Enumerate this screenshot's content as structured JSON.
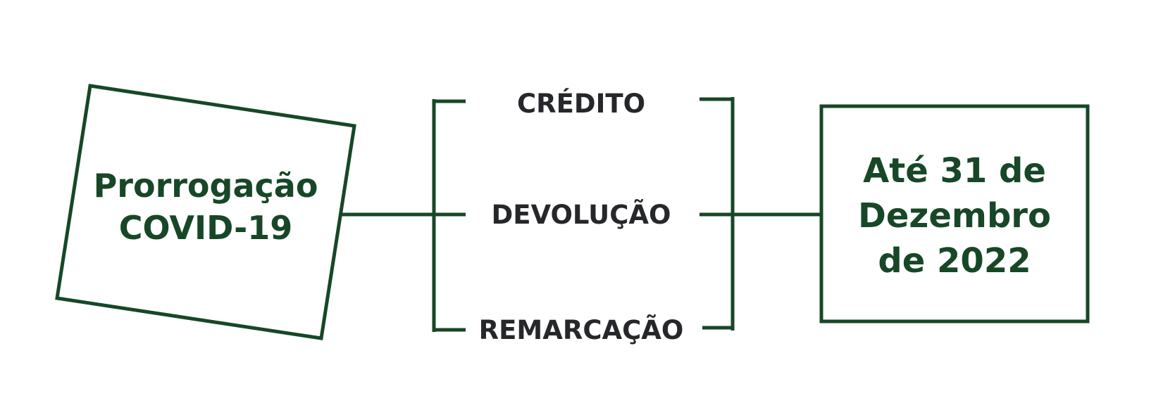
{
  "colors": {
    "primary": "#174727",
    "text": "#26272b",
    "background": "#ffffff"
  },
  "left_box": {
    "lines": [
      "Prorrogação",
      "COVID-19"
    ]
  },
  "options": [
    {
      "label": "CRÉDITO"
    },
    {
      "label": "DEVOLUÇÃO"
    },
    {
      "label": "REMARCAÇÃO"
    }
  ],
  "right_box": {
    "lines": [
      "Até 31 de",
      "Dezembro",
      "de 2022"
    ]
  }
}
